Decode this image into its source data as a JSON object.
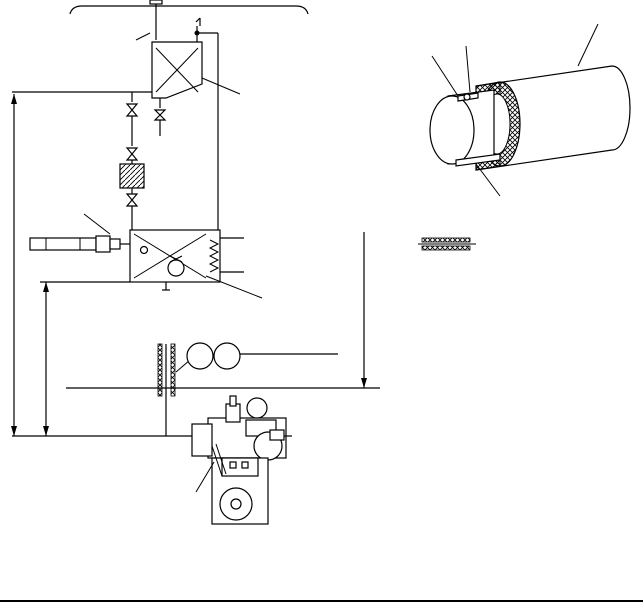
{
  "diagram": {
    "text_labels": [],
    "stroke_color": "#000000",
    "background_color": "#ffffff",
    "components": [
      "cooling-water-supply-header",
      "expansion-tank",
      "shutoff-valves",
      "strainer",
      "heat-exchanger",
      "level-gauge",
      "insulated-pipe-run",
      "circulation-pumps",
      "engine",
      "insulated-pipe-detail",
      "insulation-cross-section"
    ]
  }
}
